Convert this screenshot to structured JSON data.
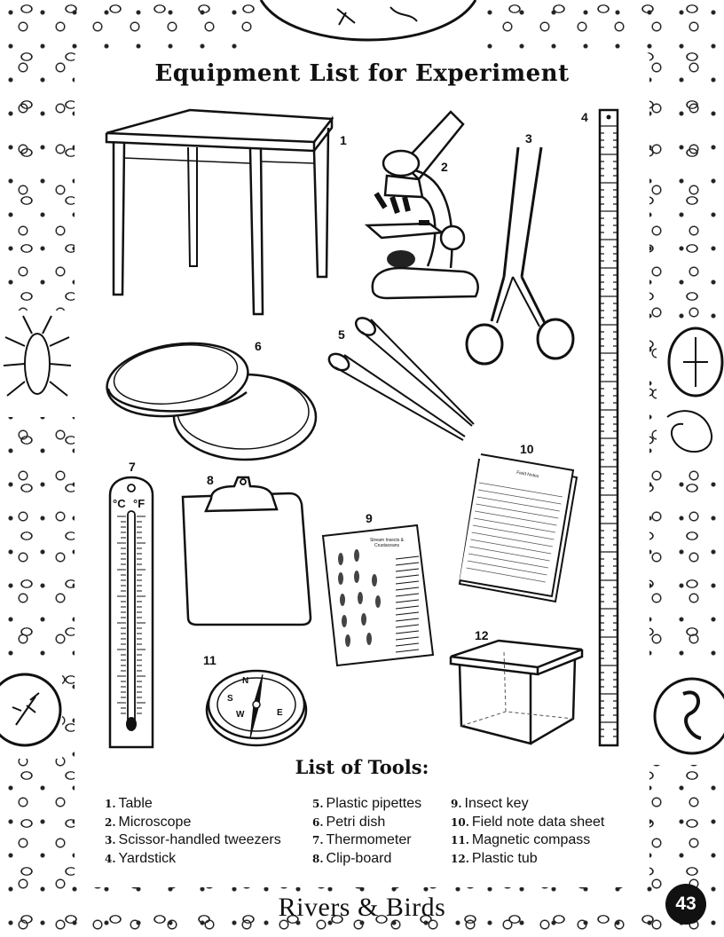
{
  "page": {
    "title": "Equipment List for Experiment",
    "tools_heading": "List of Tools:",
    "brand": "Rivers & Birds",
    "page_number": "43"
  },
  "illustrations": [
    {
      "number": "1",
      "item": "table-illustration"
    },
    {
      "number": "2",
      "item": "microscope-illustration"
    },
    {
      "number": "3",
      "item": "tweezers-illustration"
    },
    {
      "number": "4",
      "item": "yardstick-illustration"
    },
    {
      "number": "5",
      "item": "pipettes-illustration"
    },
    {
      "number": "6",
      "item": "petri-dish-illustration"
    },
    {
      "number": "7",
      "item": "thermometer-illustration"
    },
    {
      "number": "8",
      "item": "clipboard-illustration"
    },
    {
      "number": "9",
      "item": "insect-key-illustration"
    },
    {
      "number": "10",
      "item": "field-note-sheet-illustration"
    },
    {
      "number": "11",
      "item": "compass-illustration"
    },
    {
      "number": "12",
      "item": "plastic-tub-illustration"
    }
  ],
  "thermometer": {
    "scale_c": "°C",
    "scale_f": "°F"
  },
  "compass": {
    "n": "N",
    "s": "S",
    "e": "E",
    "w": "W"
  },
  "insect_key": {
    "heading": "Stream Insects & Crustaceans"
  },
  "field_sheet": {
    "heading": "Field Notes"
  },
  "tools": [
    [
      "1.",
      "Table"
    ],
    [
      "2.",
      "Microscope"
    ],
    [
      "3.",
      "Scissor-handled tweezers"
    ],
    [
      "4.",
      "Yardstick"
    ],
    [
      "5.",
      "Plastic pipettes"
    ],
    [
      "6.",
      "Petri dish"
    ],
    [
      "7.",
      "Thermometer"
    ],
    [
      "8.",
      "Clip-board"
    ],
    [
      "9.",
      "Insect key"
    ],
    [
      "10.",
      "Field note data sheet"
    ],
    [
      "11.",
      "Magnetic compass"
    ],
    [
      "12.",
      "Plastic tub"
    ]
  ]
}
